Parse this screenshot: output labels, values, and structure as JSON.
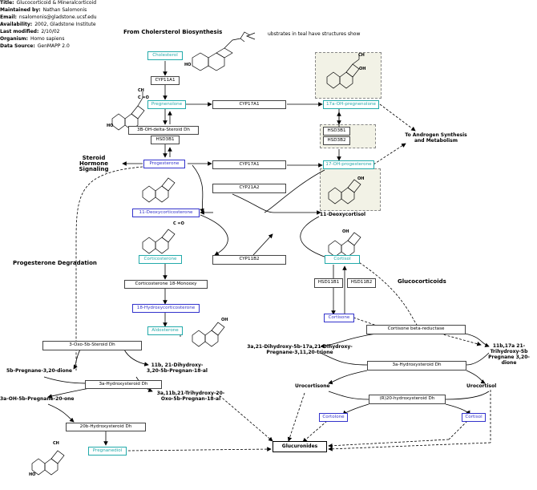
{
  "header": {
    "title_label": "Title:",
    "title": "Glucocorticoid & Mineralcorticoid",
    "maint_label": "Maintained by:",
    "maint": "Nathan Salomonis",
    "email_label": "Email:",
    "email": "nsalomonis@gladstone.ucsf.edu",
    "avail_label": "Availability:",
    "avail": "2002, Gladstone Institute",
    "mod_label": "Last modified:",
    "mod": "2/10/02",
    "org_label": "Organism:",
    "org": "Homo sapiens",
    "src_label": "Data Source:",
    "src": "GenMAPP 2.0"
  },
  "labels": {
    "from_chol": "From Cholersterol Biosynthesis",
    "teal_note": "ubstrates in teal have structures show",
    "androgen": "To Androgen Synthesis and Metabolism",
    "steroid_signal": "Steroid Hormone Signaling",
    "prog_deg": "Progesterone Degradation",
    "glucocorticoids": "Glucocorticoids",
    "deoxycortisol": "11-Deoxycortisol",
    "pregnanedione": "5b-Pregnane-3,20-dione",
    "hydroxypregnanone": "3a-OH-5b-Pregnane-20-one",
    "dihydroxy": "11b, 21-Dihydroxy-3,20-5b-Pregnan-18-al",
    "trihydroxy": "3a,11b,21-Trihydroxy-20-Oxo-5b-Pregnan-18-al",
    "cortisone_red": "3a,21-Dihydroxy-5b-17a,21-Dihydroxy-Pregnane-3,11,20-trione",
    "trihydroxy_right": "11b,17a 21-Trihydroxy-5b Pregnane 3,20-dione",
    "urocortisone": "Urocortisone",
    "urocortisol": "Urocortisol",
    "glucuronides": "Glucuronides",
    "struct_ch3": "CH",
    "struct_co": "C =O",
    "struct_ho": "HO",
    "struct_oh": "OH"
  },
  "nodes": {
    "cholesterol": "Cholesterol",
    "cyp11a1": "CYP11A1",
    "pregnenolone": "Pregnenolone",
    "cyp17a1_top": "CYP17A1",
    "oh_pregnenolone": "17a-OH-pregnenolone",
    "hsd_dh": "3B-OH-delta-Steroid Dh",
    "hsd3b1": "HSD3B1",
    "hsd3b1_r": "HSD3B1",
    "hsd3b2_r": "HSD3B2",
    "progesterone": "Progesterone",
    "cyp17a1_mid": "CYP17A1",
    "oh_progesterone": "17-OH-progesterone",
    "cyp21a2": "CYP21A2",
    "deoxycorticosterone": "11-Deoxycorticosterone",
    "corticosterone": "Corticosterone",
    "cyp11b2": "CYP11B2",
    "cortisol": "Cortisol",
    "hsd11b1": "HSD11B1",
    "hsd11b2": "HSD11B2",
    "cortico_mono": "Corticosterone 18-Monooxy",
    "hydroxycorticosterone": "18-Hydroxycorticosterone",
    "cortisone": "Cortisone",
    "cortisone_reductase": "Cortisone beta-reductase",
    "aldosterone": "Aldosterone",
    "oxo_dh": "3-Oxo-5b-Steroid Dh",
    "ha_dh_left": "3a-Hydroxysteroid Dh",
    "ha_dh_right": "3a-Hydroxysteroid Dh",
    "r20_dh": "(R)20-hydroxysteroid Dh",
    "b20_dh": "20b-Hydroxysteroid Dh",
    "cortolone": "Cortolone",
    "cortisol2": "Cortisol",
    "pregnanediol": "Pregnanediol"
  },
  "colors": {
    "teal": "#22aaaa",
    "blue": "#3333cc",
    "shade": "#f2f2e6"
  }
}
